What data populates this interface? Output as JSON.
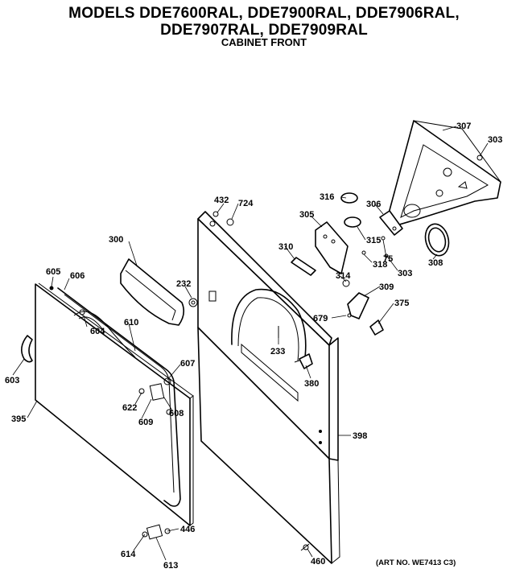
{
  "header": {
    "line1": "MODELS DDE7600RAL, DDE7900RAL, DDE7906RAL,",
    "line2": "DDE7907RAL, DDE7909RAL",
    "line3": "CABINET FRONT"
  },
  "footer": {
    "art_no": "(ART NO. WE7413 C3)"
  },
  "parts": {
    "p307": "307",
    "p303a": "303",
    "p432": "432",
    "p724": "724",
    "p316": "316",
    "p306": "306",
    "p305": "305",
    "p315": "315",
    "p75": "75",
    "p308": "308",
    "p300": "300",
    "p310": "310",
    "p318": "318",
    "p303b": "303",
    "p605": "605",
    "p606": "606",
    "p232": "232",
    "p314": "314",
    "p309": "309",
    "p375": "375",
    "p604": "604",
    "p610": "610",
    "p679": "679",
    "p233": "233",
    "p607": "607",
    "p603": "603",
    "p380": "380",
    "p622": "622",
    "p608": "608",
    "p609": "609",
    "p395": "395",
    "p398": "398",
    "p446": "446",
    "p614": "614",
    "p613": "613",
    "p460": "460"
  }
}
